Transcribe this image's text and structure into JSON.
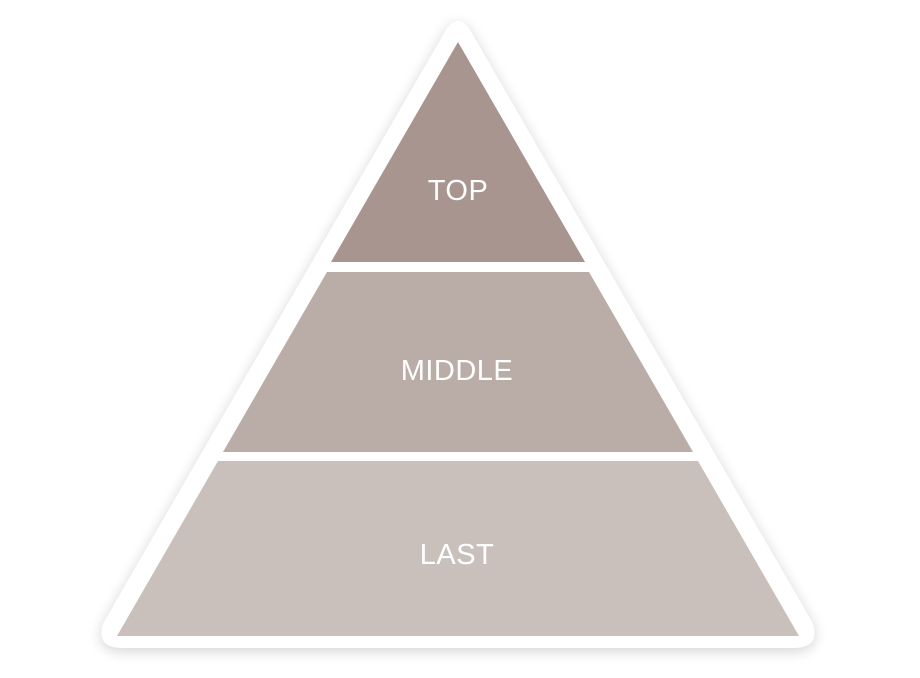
{
  "diagram": {
    "type": "pyramid",
    "tiers": [
      {
        "label": "TOP",
        "color": "#a8958f"
      },
      {
        "label": "MIDDLE",
        "color": "#baaca6"
      },
      {
        "label": "LAST",
        "color": "#cac0bb"
      }
    ],
    "outline_color": "#ffffff"
  }
}
